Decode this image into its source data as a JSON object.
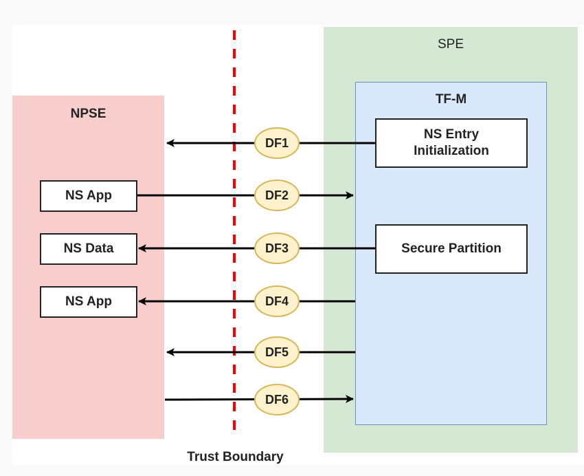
{
  "diagram": {
    "regions": {
      "npse": "NPSE",
      "spe": "SPE",
      "tfm": "TF-M"
    },
    "boxes": {
      "ns_app_1": "NS App",
      "ns_data": "NS Data",
      "ns_app_2": "NS App",
      "ns_entry_line1": "NS Entry",
      "ns_entry_line2": "Initialization",
      "secure_partition": "Secure Partition"
    },
    "trust_boundary_label": "Trust Boundary",
    "data_flows": [
      {
        "id": "DF1",
        "direction": "SPE→NPSE",
        "from": "NS Entry Initialization",
        "to": "NPSE"
      },
      {
        "id": "DF2",
        "direction": "NPSE→SPE",
        "from": "NS App",
        "to": "TF-M"
      },
      {
        "id": "DF3",
        "direction": "SPE→NPSE",
        "from": "Secure Partition",
        "to": "NS Data"
      },
      {
        "id": "DF4",
        "direction": "SPE→NPSE",
        "from": "TF-M",
        "to": "NS App"
      },
      {
        "id": "DF5",
        "direction": "SPE→NPSE",
        "from": "TF-M",
        "to": "NPSE"
      },
      {
        "id": "DF6",
        "direction": "NPSE→SPE",
        "from": "NPSE",
        "to": "TF-M"
      }
    ],
    "colors": {
      "npse_fill": "#f8cecc",
      "spe_fill": "#d5e8d4",
      "tfm_fill": "#dae8fc",
      "tfm_stroke": "#6c8ebf",
      "flow_fill": "#fff2cc",
      "flow_stroke": "#d6b656",
      "boundary": "#ff0000"
    }
  }
}
